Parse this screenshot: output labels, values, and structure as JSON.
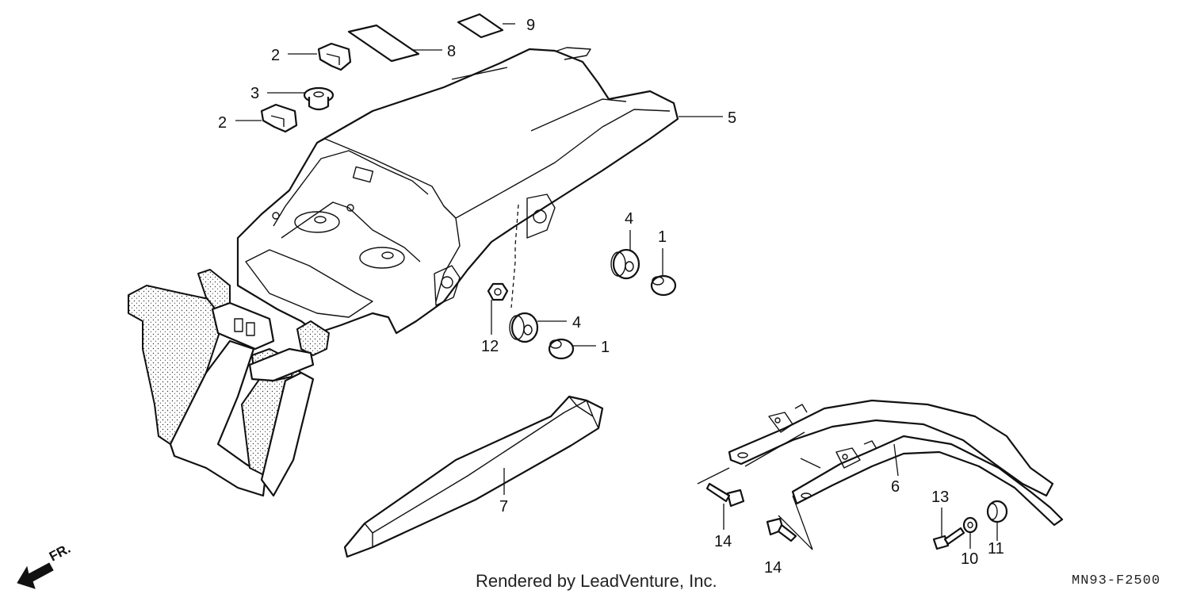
{
  "diagram": {
    "callouts": [
      {
        "id": "c1a",
        "text": "1"
      },
      {
        "id": "c1b",
        "text": "1"
      },
      {
        "id": "c2a",
        "text": "2"
      },
      {
        "id": "c2b",
        "text": "2"
      },
      {
        "id": "c3",
        "text": "3"
      },
      {
        "id": "c4a",
        "text": "4"
      },
      {
        "id": "c4b",
        "text": "4"
      },
      {
        "id": "c5",
        "text": "5"
      },
      {
        "id": "c6",
        "text": "6"
      },
      {
        "id": "c7",
        "text": "7"
      },
      {
        "id": "c8",
        "text": "8"
      },
      {
        "id": "c9",
        "text": "9"
      },
      {
        "id": "c10",
        "text": "10"
      },
      {
        "id": "c11",
        "text": "11"
      },
      {
        "id": "c12",
        "text": "12"
      },
      {
        "id": "c13",
        "text": "13"
      },
      {
        "id": "c14a",
        "text": "14"
      },
      {
        "id": "c14b",
        "text": "14"
      }
    ],
    "direction_label": "FR.",
    "footer": "Rendered by LeadVenture, Inc.",
    "diagram_code": "MN93-F2500"
  }
}
